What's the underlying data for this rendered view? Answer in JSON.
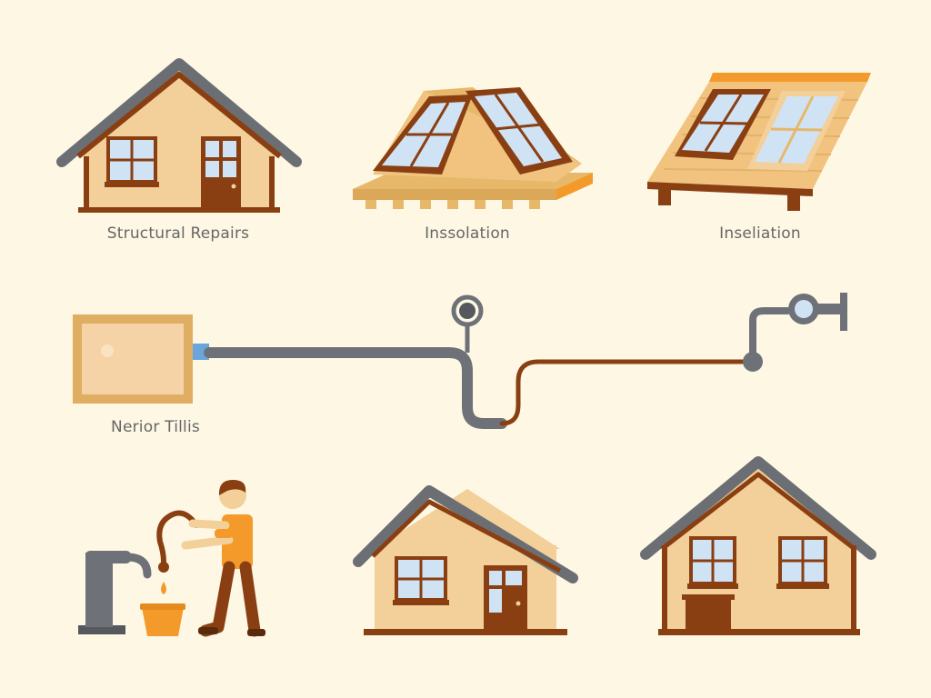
{
  "labels": {
    "structural_repairs": "Structural Repairs",
    "insulation_1": "Inssolation",
    "insulation_2": "Inseliation",
    "interior_finishes": "Nerior Tillis"
  },
  "colors": {
    "background": "#fdf7e4",
    "wall": "#f3cf9a",
    "wood": "#e7b86a",
    "trim": "#8a3f12",
    "roof": "#6b6f74",
    "glass": "#cfe3f5",
    "accent": "#f39a2a",
    "pipe": "#6e7278",
    "label": "#666666"
  },
  "icons": [
    "house-icon",
    "roof-solar-panel-icon",
    "flat-roof-solar-panel-icon",
    "wall-panel-icon",
    "pipe-network-icon",
    "worker-at-water-pump-icon",
    "small-house-icon",
    "house-with-bucket-icon"
  ]
}
